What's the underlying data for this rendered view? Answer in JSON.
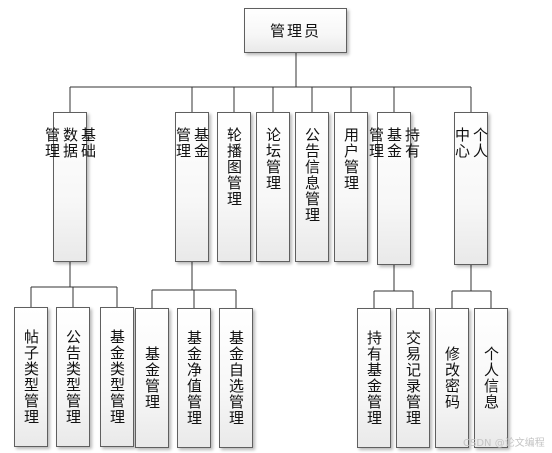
{
  "diagram": {
    "root": "管理员",
    "level1": {
      "basic_data": "基础\n数据\n管理",
      "fund_mgmt": "基金\n管理",
      "carousel": "轮播图管理",
      "forum": "论坛管理",
      "notice": "公告信息管理",
      "user": "用户管理",
      "holding": "持有\n基金\n管理",
      "personal": "个人\n中心"
    },
    "level2": {
      "post_type": "帖子类型管理",
      "notice_type": "公告类型管理",
      "fund_type": "基金类型管理",
      "fund_manage": "基金管理",
      "fund_nav": "基金净值管理",
      "fund_watch": "基金自选管理",
      "hold_fund": "持有基金管理",
      "trade_record": "交易记录管理",
      "change_pwd": "修改密码",
      "personal_info": "个人信息"
    },
    "watermark": "CSDN @论文编程"
  }
}
